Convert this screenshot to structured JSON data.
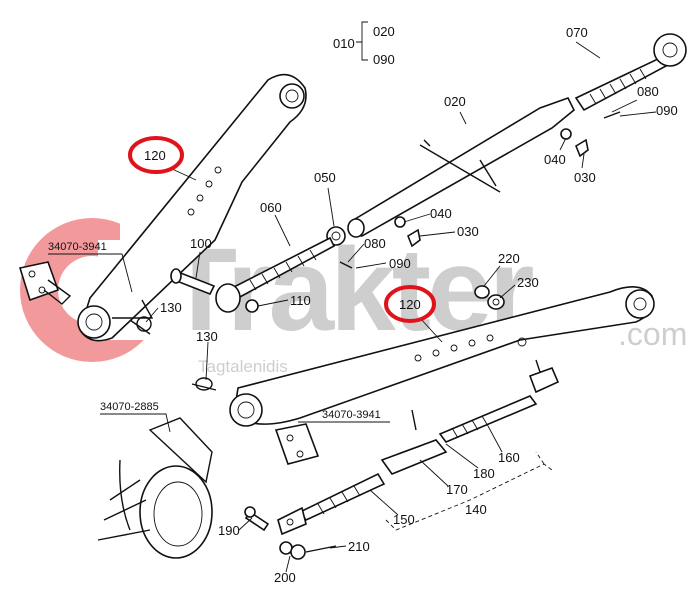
{
  "labels": {
    "p010": "010",
    "p020a": "020",
    "p090a": "090",
    "p070": "070",
    "p020b": "020",
    "p080a": "080",
    "p090b": "090",
    "p120a": "120",
    "p050": "050",
    "p040a": "040",
    "p030a": "030",
    "p060": "060",
    "p040b": "040",
    "p030b": "030",
    "p080b": "080",
    "p090c": "090",
    "p100": "100",
    "p110": "110",
    "p130a": "130",
    "p130b": "130",
    "p220": "220",
    "p230": "230",
    "p120b": "120",
    "p160": "160",
    "p180": "180",
    "p170": "170",
    "p140": "140",
    "p150": "150",
    "p190": "190",
    "p200": "200",
    "p210": "210",
    "ref1": "34070-3941",
    "ref2": "34070-3941",
    "ref3": "34070-2885"
  },
  "watermark": {
    "brand": "Trakter",
    "domain": ".com",
    "tagline": "Tagtalenidis",
    "color_red": "#e8474c",
    "color_gray": "#a7a7a7"
  },
  "highlight_color": "#e0121a"
}
